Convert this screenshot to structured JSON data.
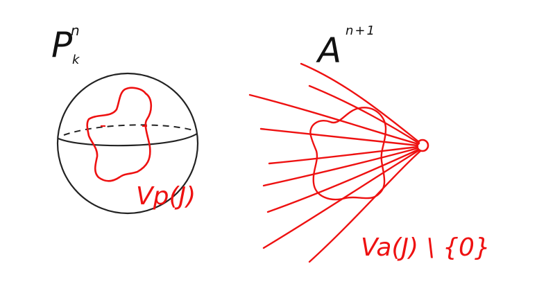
{
  "labels": {
    "projective_space": {
      "base": "P",
      "superscript": "n",
      "subscript": "k"
    },
    "affine_space": {
      "base": "A",
      "superscript": "n+1"
    },
    "projective_variety": "Vp(J)",
    "affine_cone": "Va(J) \\ {0}"
  },
  "colors": {
    "ink": "#111111",
    "highlight": "#ee1111"
  }
}
